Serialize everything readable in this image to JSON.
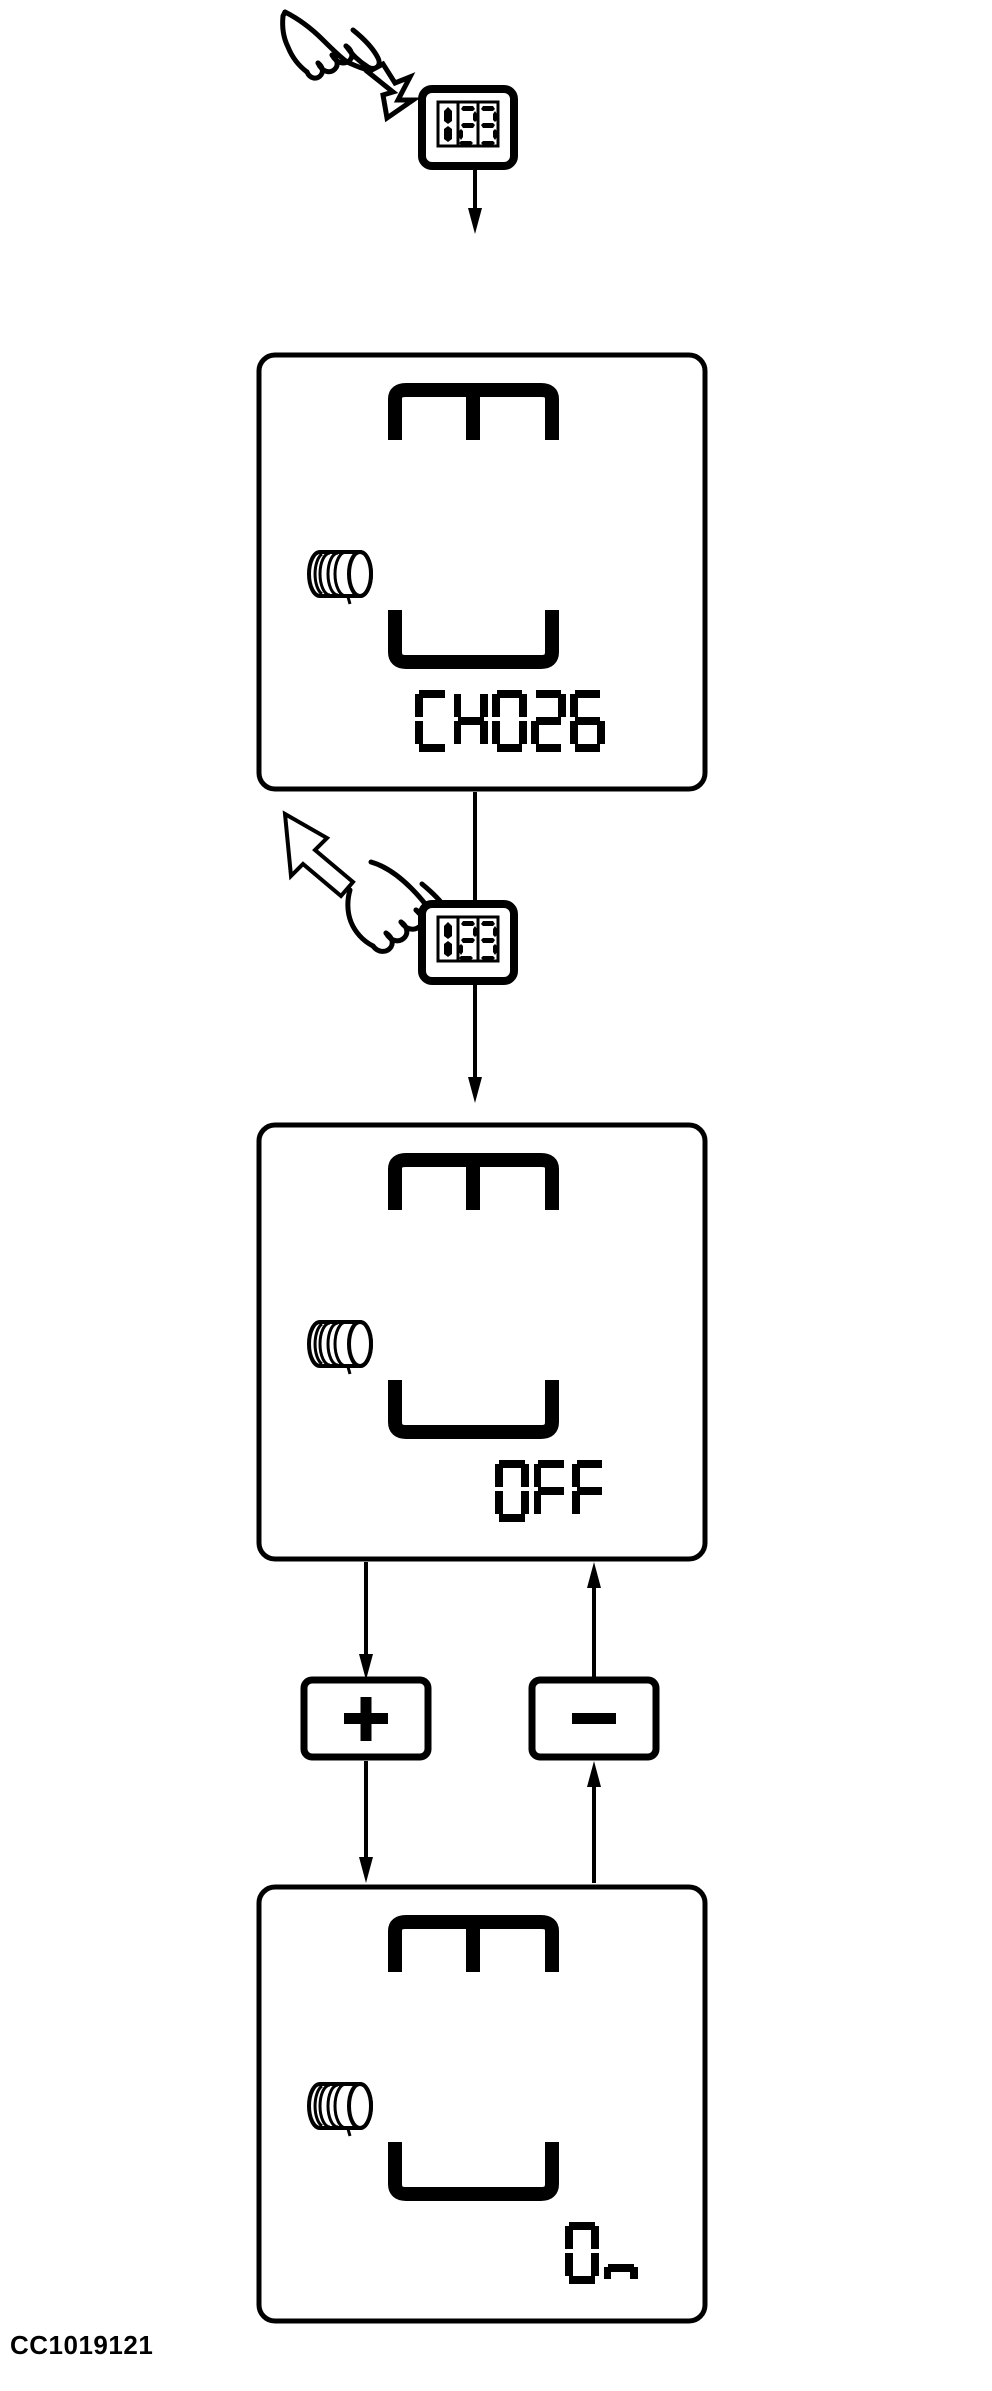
{
  "diagram": {
    "caption": "CC1019121",
    "title_absent": true,
    "stroke_color": "#000000",
    "background_color": "#ffffff",
    "steps": [
      {
        "id": "press-mode-button-1",
        "type": "action",
        "hand_gesture": "press-down",
        "button_icon": "123-button-icon",
        "button_label": "123"
      },
      {
        "id": "display-ch026",
        "type": "display",
        "display_text": "CH026",
        "has_battery_icon": true,
        "has_upper-bracket": true,
        "has_lower_bracket": true
      },
      {
        "id": "press-mode-button-2",
        "type": "action",
        "hand_gesture": "release-up",
        "button_icon": "123-button-icon",
        "button_label": "123"
      },
      {
        "id": "display-off",
        "type": "display",
        "display_text": "OFF",
        "has_battery_icon": true,
        "has_upper_bracket": true,
        "has_lower_bracket": true
      },
      {
        "id": "plus-button",
        "type": "button",
        "label": "+"
      },
      {
        "id": "minus-button",
        "type": "button",
        "label": "−"
      },
      {
        "id": "display-on",
        "type": "display",
        "display_text": "On",
        "has_battery_icon": true,
        "has_upper_bracket": true,
        "has_lower_bracket": true
      }
    ],
    "button_icons": {
      "mode_button_digits": "123"
    },
    "displays": {
      "first": "CH026",
      "second": "OFF",
      "third": "On"
    },
    "controls": {
      "increment": "+",
      "decrement": "−"
    }
  }
}
